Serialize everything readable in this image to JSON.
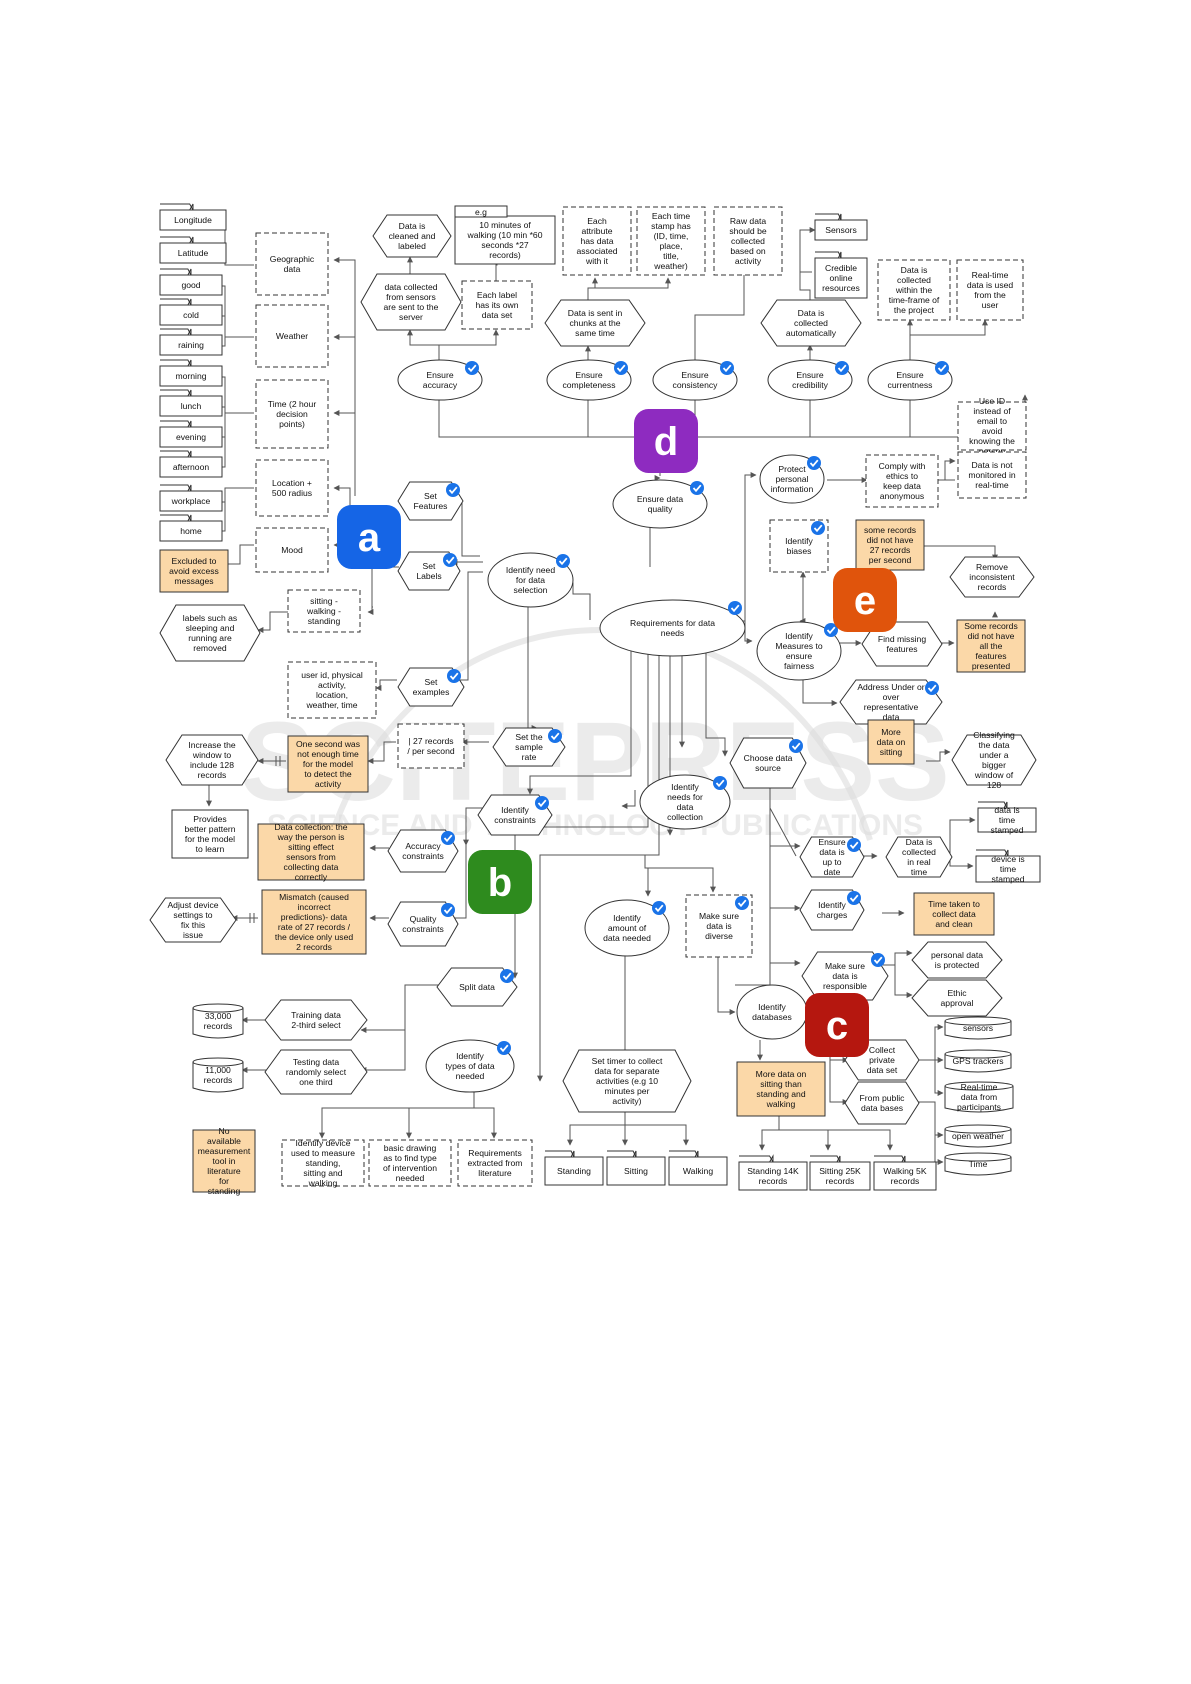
{
  "watermark": {
    "big": "SCITEPRESS",
    "small": "SCIENCE AND TECHNOLOGY PUBLICATIONS"
  },
  "badges": {
    "a": "a",
    "b": "b",
    "c": "c",
    "d": "d",
    "e": "e"
  },
  "colors": {
    "badge_a": "#1565e6",
    "badge_b": "#2e8b1e",
    "badge_c": "#b5170f",
    "badge_d": "#8e2bc0",
    "badge_e": "#e0540c",
    "highlight_fill": "#fbd8a8",
    "check": "#1a73e8"
  },
  "nodes": {
    "root": "Requirements for data needs",
    "data_selection": "Identify need for data selection",
    "set_features": "Set Features",
    "set_labels": "Set Labels",
    "set_examples": "Set examples",
    "sample_rate": "Set the sample rate",
    "geographic": "Geographic data",
    "weather": "Weather",
    "time": "Time (2 hour decision points)",
    "location": "Location + 500 radius",
    "mood": "Mood",
    "longitude": "Longitude",
    "latitude": "Latitude",
    "good": "good",
    "cold": "cold",
    "raining": "raining",
    "morning": "morning",
    "lunch": "lunch",
    "evening": "evening",
    "afternoon": "afternoon",
    "workplace": "workplace",
    "home": "home",
    "excluded": "Excluded to avoid excess messages",
    "sitting_walking": "sitting - walking - standing",
    "labels_removed": "labels such as sleeping and running are removed",
    "examples_list": "user id, physical activity, location, weather, time",
    "records_per_second": "| 27 records / per second",
    "one_second": "One second was not enough time for the model to detect the activity",
    "increase_window": "Increase the window to include 128 records",
    "better_pattern": "Provides better pattern for the model to learn",
    "quality": "Ensure data quality",
    "ensure_accuracy": "Ensure accuracy",
    "ensure_completeness": "Ensure completeness",
    "ensure_consistency": "Ensure consistency",
    "ensure_credibility": "Ensure credibility",
    "ensure_currentness": "Ensure currentness",
    "data_cleaned": "Data is cleaned and labeled",
    "data_from_sensors": "data collected from sensors are sent to the server",
    "each_label": "Each label has its own data set",
    "eg_tab": "e.g",
    "eg_body": "10 minutes of walking (10 min *60 seconds *27 records)",
    "chunks": "Data is sent in chunks at the same time",
    "each_attribute": "Each attribute has data associated with it",
    "each_timestamp": "Each time stamp has (ID, time, place, title, weather)",
    "raw_data": "Raw data should be collected based on activity",
    "collected_auto": "Data is collected automatically",
    "sensors_folder": "Sensors",
    "credible_online": "Credible online resources",
    "within_timeframe": "Data is collected within the time-frame of the project",
    "realtime_user": "Real-time data is used from the user",
    "protect_personal": "Protect personal information",
    "comply_ethics": "Comply with ethics to keep data anonymous",
    "use_id": "Use ID instead of email to avoid knowing the person",
    "not_monitored": "Data is not monitored in real-time",
    "identify_biases": "Identify biases",
    "some_27": "some records did not have 27 records per second",
    "remove_inconsistent": "Remove inconsistent records",
    "measures_fairness": "Identify Measures to ensure fairness",
    "missing_features": "Find missing features",
    "not_all_features": "Some records did not have all the features presented",
    "address_under": "Address Under or over representative data",
    "more_sitting": "More data on sitting",
    "classifying": "Classifying the data under a bigger window of 128",
    "choose_source": "Choose data source",
    "needs_collection": "Identify needs for data collection",
    "identify_constraints": "Identify constraints",
    "accuracy_constraints": "Accuracy constraints",
    "quality_constraints": "Quality constraints",
    "data_collection_way": "Data collection: the way the person is sitting effect sensors from collecting data correctly",
    "mismatch": "Mismatch (caused incorrect predictions)- data rate of 27 records / the device only used 2 records",
    "adjust_device": "Adjust device settings to fix this issue",
    "split_data": "Split data",
    "training": "Training data 2-third select",
    "testing": "Testing data randomly select one third",
    "r33000": "33,000 records",
    "r11000": "11,000 records",
    "types_needed": "Identify types of data needed",
    "no_tool": "No available measurement tool in literature for standing",
    "identify_device": "Identify device used to measure standing, sitting and walking",
    "basic_drawing": "basic drawing as to find type of intervention needed",
    "requirements_lit": "Requirements extracted from literature",
    "amount_needed": "Identify amount of data needed",
    "make_diverse": "Make sure data is diverse",
    "set_timer": "Set timer to collect data for separate activities (e.g 10 minutes per activity)",
    "standing": "Standing",
    "sitting": "Sitting",
    "walking": "Walking",
    "up_to_date": "Ensure data is up to date",
    "realtime": "Data is collected in real time",
    "time_stamped": "data is time stamped",
    "device_stamped": "device is time stamped",
    "identify_charges": "Identify charges",
    "time_taken": "Time taken to collect data and clean",
    "responsible": "Make sure data is responsible",
    "personal_protected": "personal data is protected",
    "ethic_approval": "Ethic approval",
    "identify_databases": "Identify databases",
    "collect_private": "Collect private data set",
    "from_public": "From public data bases",
    "db_sensors": "sensors",
    "gps": "GPS trackers",
    "realtime_participants": "Real-time data from participants",
    "open_weather": "open weather",
    "db_time": "Time",
    "more_sitting_standing": "More data on sitting than standing and walking",
    "standing14k": "Standing 14K records",
    "sitting25k": "Sitting 25K records",
    "walking5k": "Walking 5K records"
  }
}
